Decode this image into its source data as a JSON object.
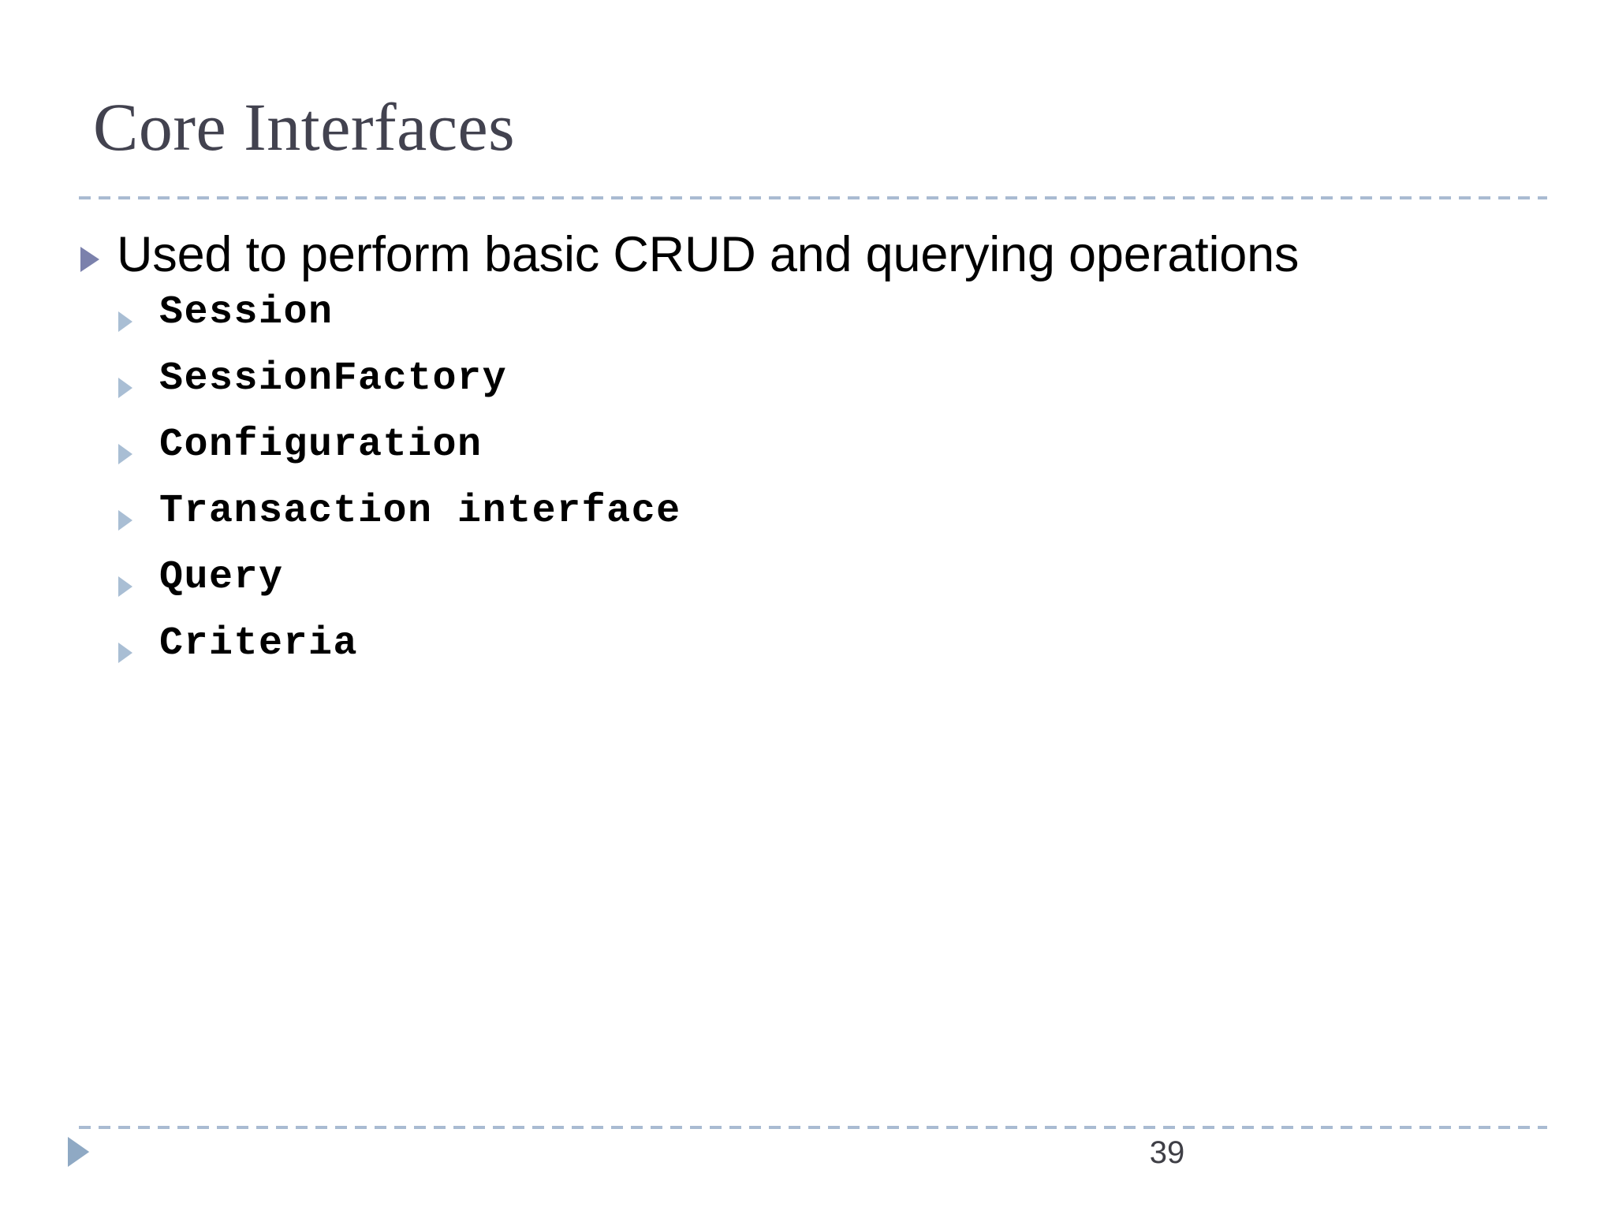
{
  "slide": {
    "title": "Core Interfaces",
    "page_number": "39",
    "colors": {
      "title_text": "#42424f",
      "body_text": "#000000",
      "rule_dash": "#a9bbd2",
      "bullet_level1": "#7b81ac",
      "bullet_level2": "#a9bed4",
      "footer_marker": "#8fa9c4",
      "background": "#ffffff"
    },
    "content": {
      "level1": [
        {
          "text": "Used to perform basic CRUD and querying operations",
          "children": [
            "Session",
            "SessionFactory",
            "Configuration",
            "Transaction interface",
            "Query",
            "Criteria"
          ]
        }
      ]
    }
  }
}
